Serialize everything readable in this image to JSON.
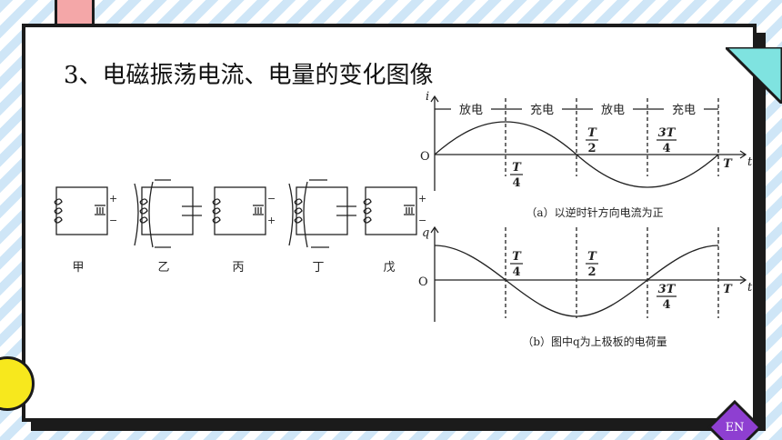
{
  "title": "3、电磁振荡电流、电量的变化图像",
  "badge": "EN",
  "circuits": {
    "labels": [
      "甲",
      "乙",
      "丙",
      "丁",
      "戊"
    ],
    "plus": "+",
    "minus": "−"
  },
  "graph_a": {
    "axis_y": "i",
    "axis_x": "t",
    "origin": "O",
    "phases": [
      "放电",
      "充电",
      "放电",
      "充电"
    ],
    "ticks": {
      "T": "T",
      "four": "4",
      "two": "2",
      "threeT": "3T"
    },
    "caption": "（a）以逆时针方向电流为正"
  },
  "graph_b": {
    "axis_y": "q",
    "axis_x": "t",
    "origin": "O",
    "ticks": {
      "T": "T",
      "four": "4",
      "two": "2",
      "threeT": "3T"
    },
    "caption": "（b）图中q为上极板的电荷量"
  },
  "colors": {
    "teal": "#7fe3e0",
    "yellow": "#f7e81d",
    "purple": "#8e3fd1",
    "pink": "#f4a7a8",
    "stripe": "#cfe6f7"
  }
}
